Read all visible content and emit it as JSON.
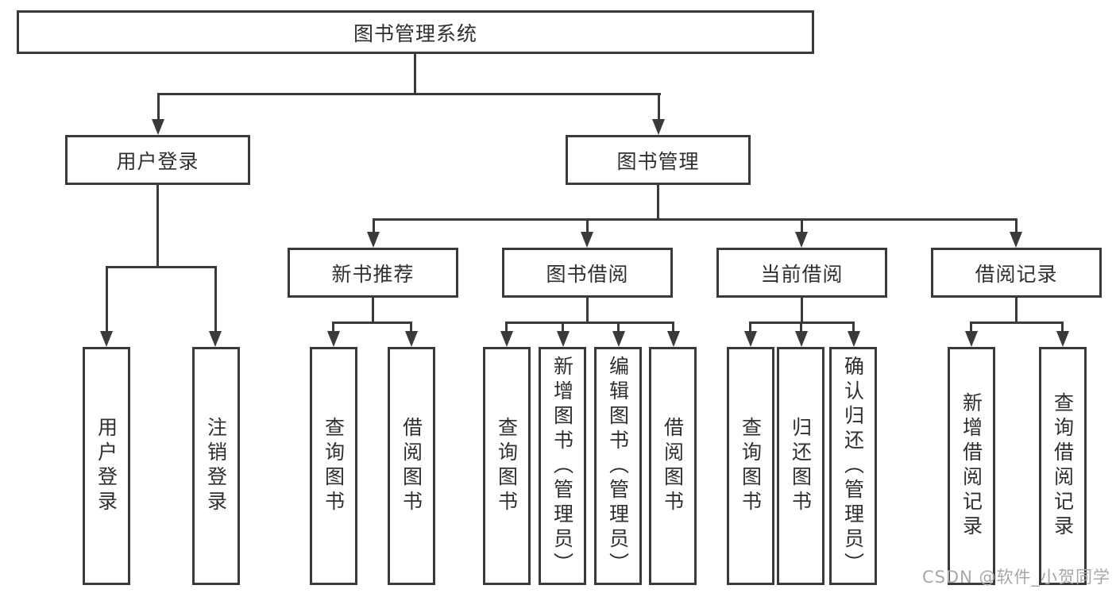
{
  "colors": {
    "line": "#3a3a3c",
    "text": "#2f2f31",
    "watermark": "#a7a7a7",
    "background": "#ffffff"
  },
  "diagram": {
    "root": {
      "label": "图书管理系统"
    },
    "branches": [
      {
        "label": "用户登录",
        "children": [
          {
            "label": "用户登录"
          },
          {
            "label": "注销登录"
          }
        ]
      },
      {
        "label": "图书管理",
        "children": [
          {
            "label": "新书推荐",
            "children": [
              {
                "label": "查询图书"
              },
              {
                "label": "借阅图书"
              }
            ]
          },
          {
            "label": "图书借阅",
            "children": [
              {
                "label": "查询图书"
              },
              {
                "label": "新增图书（管理员）"
              },
              {
                "label": "编辑图书（管理员）"
              },
              {
                "label": "借阅图书"
              }
            ]
          },
          {
            "label": "当前借阅",
            "children": [
              {
                "label": "查询图书"
              },
              {
                "label": "归还图书"
              },
              {
                "label": "确认归还（管理员）"
              }
            ]
          },
          {
            "label": "借阅记录",
            "children": [
              {
                "label": "新增借阅记录"
              },
              {
                "label": "查询借阅记录"
              }
            ]
          }
        ]
      }
    ]
  },
  "watermark": {
    "text": "CSDN @软件_小贺同学"
  }
}
